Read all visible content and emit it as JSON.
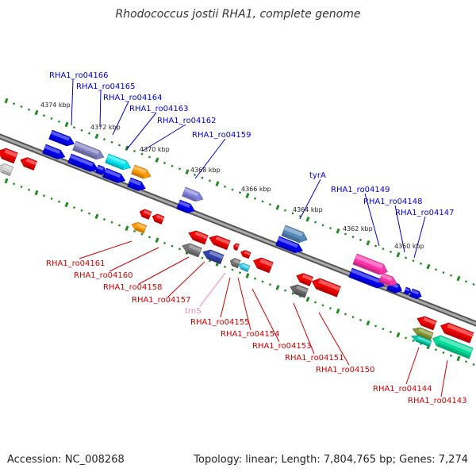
{
  "title": "Rhodococcus jostii RHA1, complete genome",
  "footer": {
    "accession": "Accession: NC_008268",
    "stats": "Topology: linear; Length: 7,804,765 bp; Genes: 7,274"
  },
  "colors": {
    "upper_label": "#0000cc",
    "lower_label": "#cc0000",
    "trn_label": "#ee88aa",
    "backbone": "#777777",
    "tick": "#228b22"
  },
  "kbp_ticks": [
    "4374 kbp",
    "4372 kbp",
    "4370 kbp",
    "4368 kbp",
    "4366 kbp",
    "4364 kbp",
    "4362 kbp",
    "4360 kbp"
  ],
  "upper_labels": [
    "RHA1_ro04166",
    "RHA1_ro04165",
    "RHA1_ro04164",
    "RHA1_ro04163",
    "RHA1_ro04162",
    "RHA1_ro04159",
    "tyrA",
    "RHA1_ro04149",
    "RHA1_ro04148",
    "RHA1_ro04147"
  ],
  "lower_labels": [
    "RHA1_ro04161",
    "RHA1_ro04160",
    "RHA1_ro04158",
    "RHA1_ro04157",
    "trnS",
    "RHA1_ro04155",
    "RHA1_ro04154",
    "RHA1_ro04153",
    "RHA1_ro04151",
    "RHA1_ro04150",
    "RHA1_ro04144",
    "RHA1_ro04143"
  ]
}
